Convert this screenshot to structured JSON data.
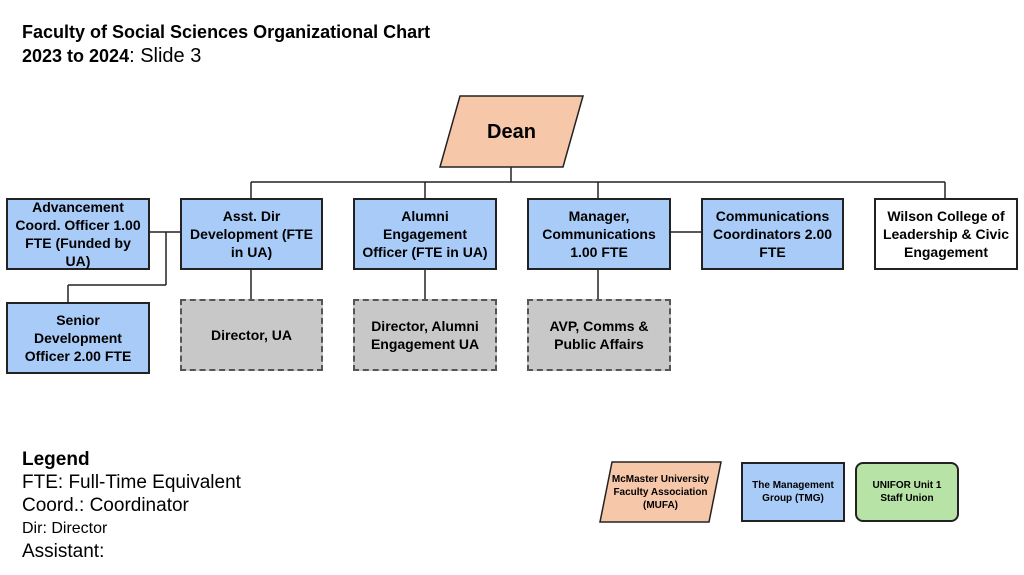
{
  "title": {
    "main": "Faculty of Social Sciences Organizational Chart 2023 to 2024",
    "slide": ": Slide 3"
  },
  "colors": {
    "mufa": "#f6c7a9",
    "tmg": "#a9cbf7",
    "unifor": "#b7e4a6",
    "vacant": "#c8c8c8"
  },
  "chart": {
    "dean": "Dean",
    "row1": [
      "Advancement Coord. Officer 1.00 FTE (Funded by UA)",
      "Asst. Dir Development (FTE in UA)",
      "Alumni Engagement Officer (FTE in UA)",
      "Manager, Communications 1.00 FTE",
      "Communications Coordinators 2.00 FTE",
      "Wilson College of Leadership & Civic Engagement"
    ],
    "row2": [
      "Senior Development Officer 2.00 FTE",
      "Director, UA",
      "Director, Alumni Engagement UA",
      "AVP, Comms & Public Affairs"
    ]
  },
  "legend": {
    "heading": "Legend",
    "lines": [
      "FTE: Full-Time Equivalent",
      "Coord.: Coordinator",
      "Dir: Director",
      "Assistant:"
    ],
    "keys": [
      "McMaster University Faculty Association (MUFA)",
      "The Management Group (TMG)",
      "UNIFOR Unit 1 Staff Union"
    ]
  }
}
